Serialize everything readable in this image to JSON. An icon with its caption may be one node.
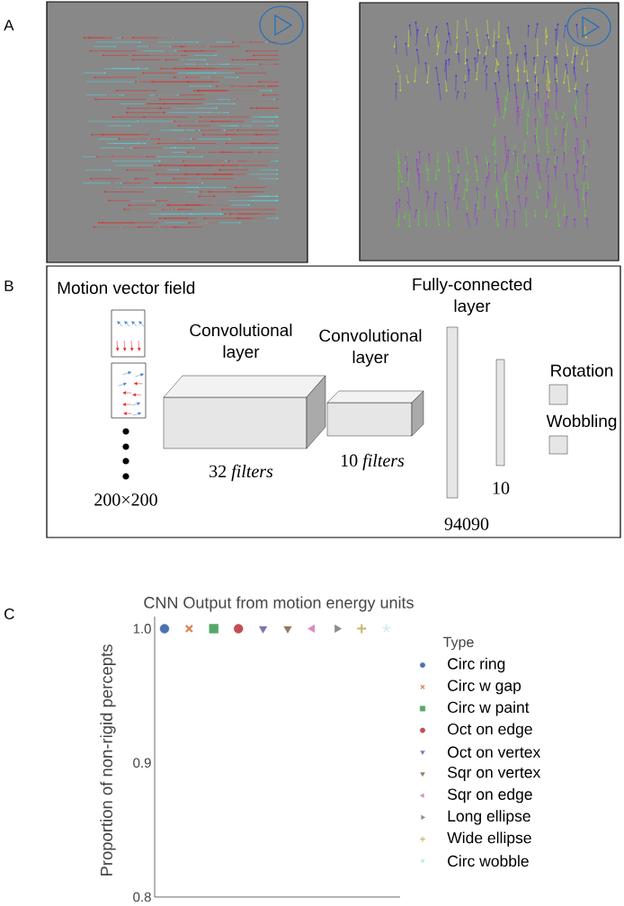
{
  "diagram": {
    "nodes": [
      {
        "text": [
          "Convolutional layer",
          "32 *filters*"
        ]
      },
      {
        "text": [
          "Convolutional layer",
          "10 *filters*"
        ]
      },
      {
        "text": [
          "Fully-connected layer",
          "94090"
        ]
      },
      {
        "text": [
          "10"
        ]
      },
      {
        "text": [
          "Rotation"
        ]
      },
      {
        "text": [
          "Wobbling"
        ]
      }
    ],
    "labels": [
      "A",
      "B",
      "Motion vector field",
      "200×200",
      "C",
      "Type"
    ],
    "chart_data": {
      "type": "scatter",
      "title": "CNN Output from motion energy units",
      "ylabel": "Proportion of non-rigid percepts",
      "ylim": [
        0.8,
        1.009
      ],
      "yticks": [
        {
          "value": 0.8,
          "label": "0.8"
        },
        {
          "value": 0.9,
          "label": "0.9"
        },
        {
          "value": 1.0,
          "label": "1.0"
        }
      ],
      "categories": [
        null,
        null,
        null,
        null,
        null,
        null,
        null,
        null,
        null,
        null
      ],
      "series": [
        {
          "name": "Circ ring",
          "color": "#4c72b0",
          "values": [
            1.0,
            null,
            null,
            null,
            null,
            null,
            null,
            null,
            null,
            null
          ]
        },
        {
          "name": "Circ w gap",
          "color": "#dd8452",
          "values": [
            null,
            1.0,
            null,
            null,
            null,
            null,
            null,
            null,
            null,
            null
          ]
        },
        {
          "name": "Circ w paint",
          "color": "#55a868",
          "values": [
            null,
            null,
            1.0,
            null,
            null,
            null,
            null,
            null,
            null,
            null
          ]
        },
        {
          "name": "Oct on edge",
          "color": "#c44e52",
          "values": [
            null,
            null,
            null,
            1.0,
            null,
            null,
            null,
            null,
            null,
            null
          ]
        },
        {
          "name": "Oct on vertex",
          "color": "#8172b3",
          "values": [
            null,
            null,
            null,
            null,
            1.0,
            null,
            null,
            null,
            null,
            null
          ]
        },
        {
          "name": "Sqr on vertex",
          "color": "#937860",
          "values": [
            null,
            null,
            null,
            null,
            null,
            1.0,
            null,
            null,
            null,
            null
          ]
        },
        {
          "name": "Sqr on edge",
          "color": "#da8bc3",
          "values": [
            null,
            null,
            null,
            null,
            null,
            null,
            1.0,
            null,
            null,
            null
          ]
        },
        {
          "name": "Long ellipse",
          "color": "#8c8c8c",
          "values": [
            null,
            null,
            null,
            null,
            null,
            null,
            null,
            1.0,
            null,
            null
          ]
        },
        {
          "name": "Wide ellipse",
          "color": "#ccb974",
          "values": [
            null,
            null,
            null,
            null,
            null,
            null,
            null,
            null,
            1.0,
            null
          ]
        },
        {
          "name": "Circ wobble",
          "color": "#64b5cd",
          "values": [
            null,
            null,
            null,
            null,
            null,
            null,
            null,
            null,
            null,
            1.0
          ]
        }
      ]
    }
  }
}
